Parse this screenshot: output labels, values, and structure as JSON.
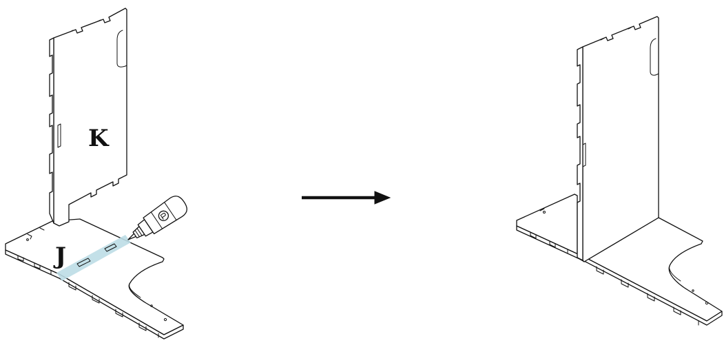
{
  "steps": [
    {
      "id": "before",
      "labels": {
        "upright_panel": "K",
        "base_panel": "J"
      }
    },
    {
      "id": "after"
    }
  ],
  "icons": {
    "arrow": "right-arrow-icon",
    "glue": "glue-bottle-icon"
  },
  "colors": {
    "outline": "#111111",
    "glue_strip": "#bcdde6",
    "background": "#ffffff"
  }
}
